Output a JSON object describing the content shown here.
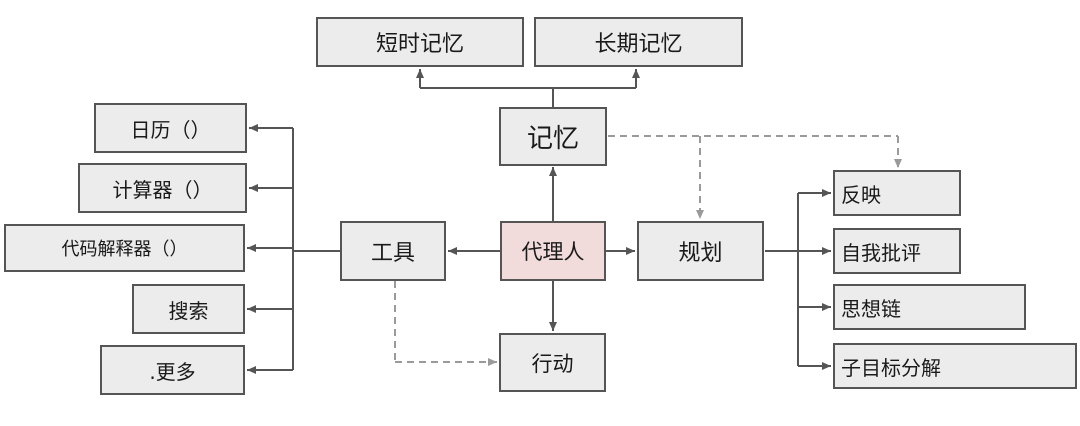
{
  "diagram": {
    "center": "代理人",
    "memory": {
      "label": "记忆",
      "short_term": "短时记忆",
      "long_term": "长期记忆"
    },
    "tools": {
      "label": "工具",
      "items": [
        "日历（）",
        "计算器（）",
        "代码解释器（）",
        "搜索",
        ".更多"
      ]
    },
    "planning": {
      "label": "规划",
      "items": [
        "反映",
        "自我批评",
        "思想链",
        "子目标分解"
      ]
    },
    "action": "行动"
  }
}
